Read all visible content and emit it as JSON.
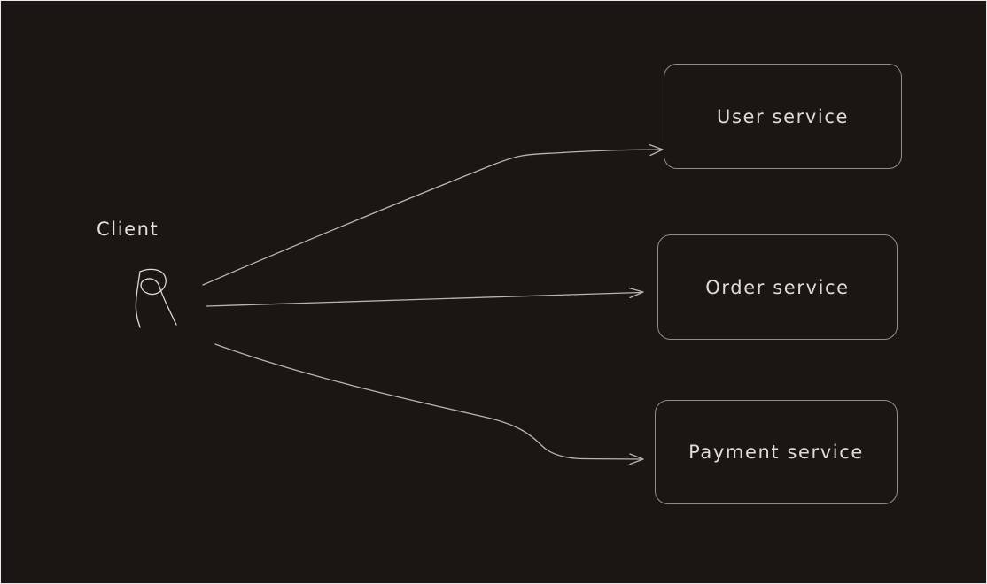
{
  "diagram": {
    "theme": "dark",
    "background_color": "#1b1614",
    "frame_border_color": "#e9e9e9",
    "arrow_color": "#b7b5b1",
    "box_border_color": "#8f8d8a",
    "text_color": "#dedcd8"
  },
  "client": {
    "label": "Client",
    "icon": "person-scribble-icon"
  },
  "services": [
    {
      "id": "user-service",
      "label": "User service"
    },
    {
      "id": "order-service",
      "label": "Order service"
    },
    {
      "id": "payment-service",
      "label": "Payment service"
    }
  ],
  "connections": [
    {
      "from": "client",
      "to": "user-service"
    },
    {
      "from": "client",
      "to": "order-service"
    },
    {
      "from": "client",
      "to": "payment-service"
    }
  ]
}
